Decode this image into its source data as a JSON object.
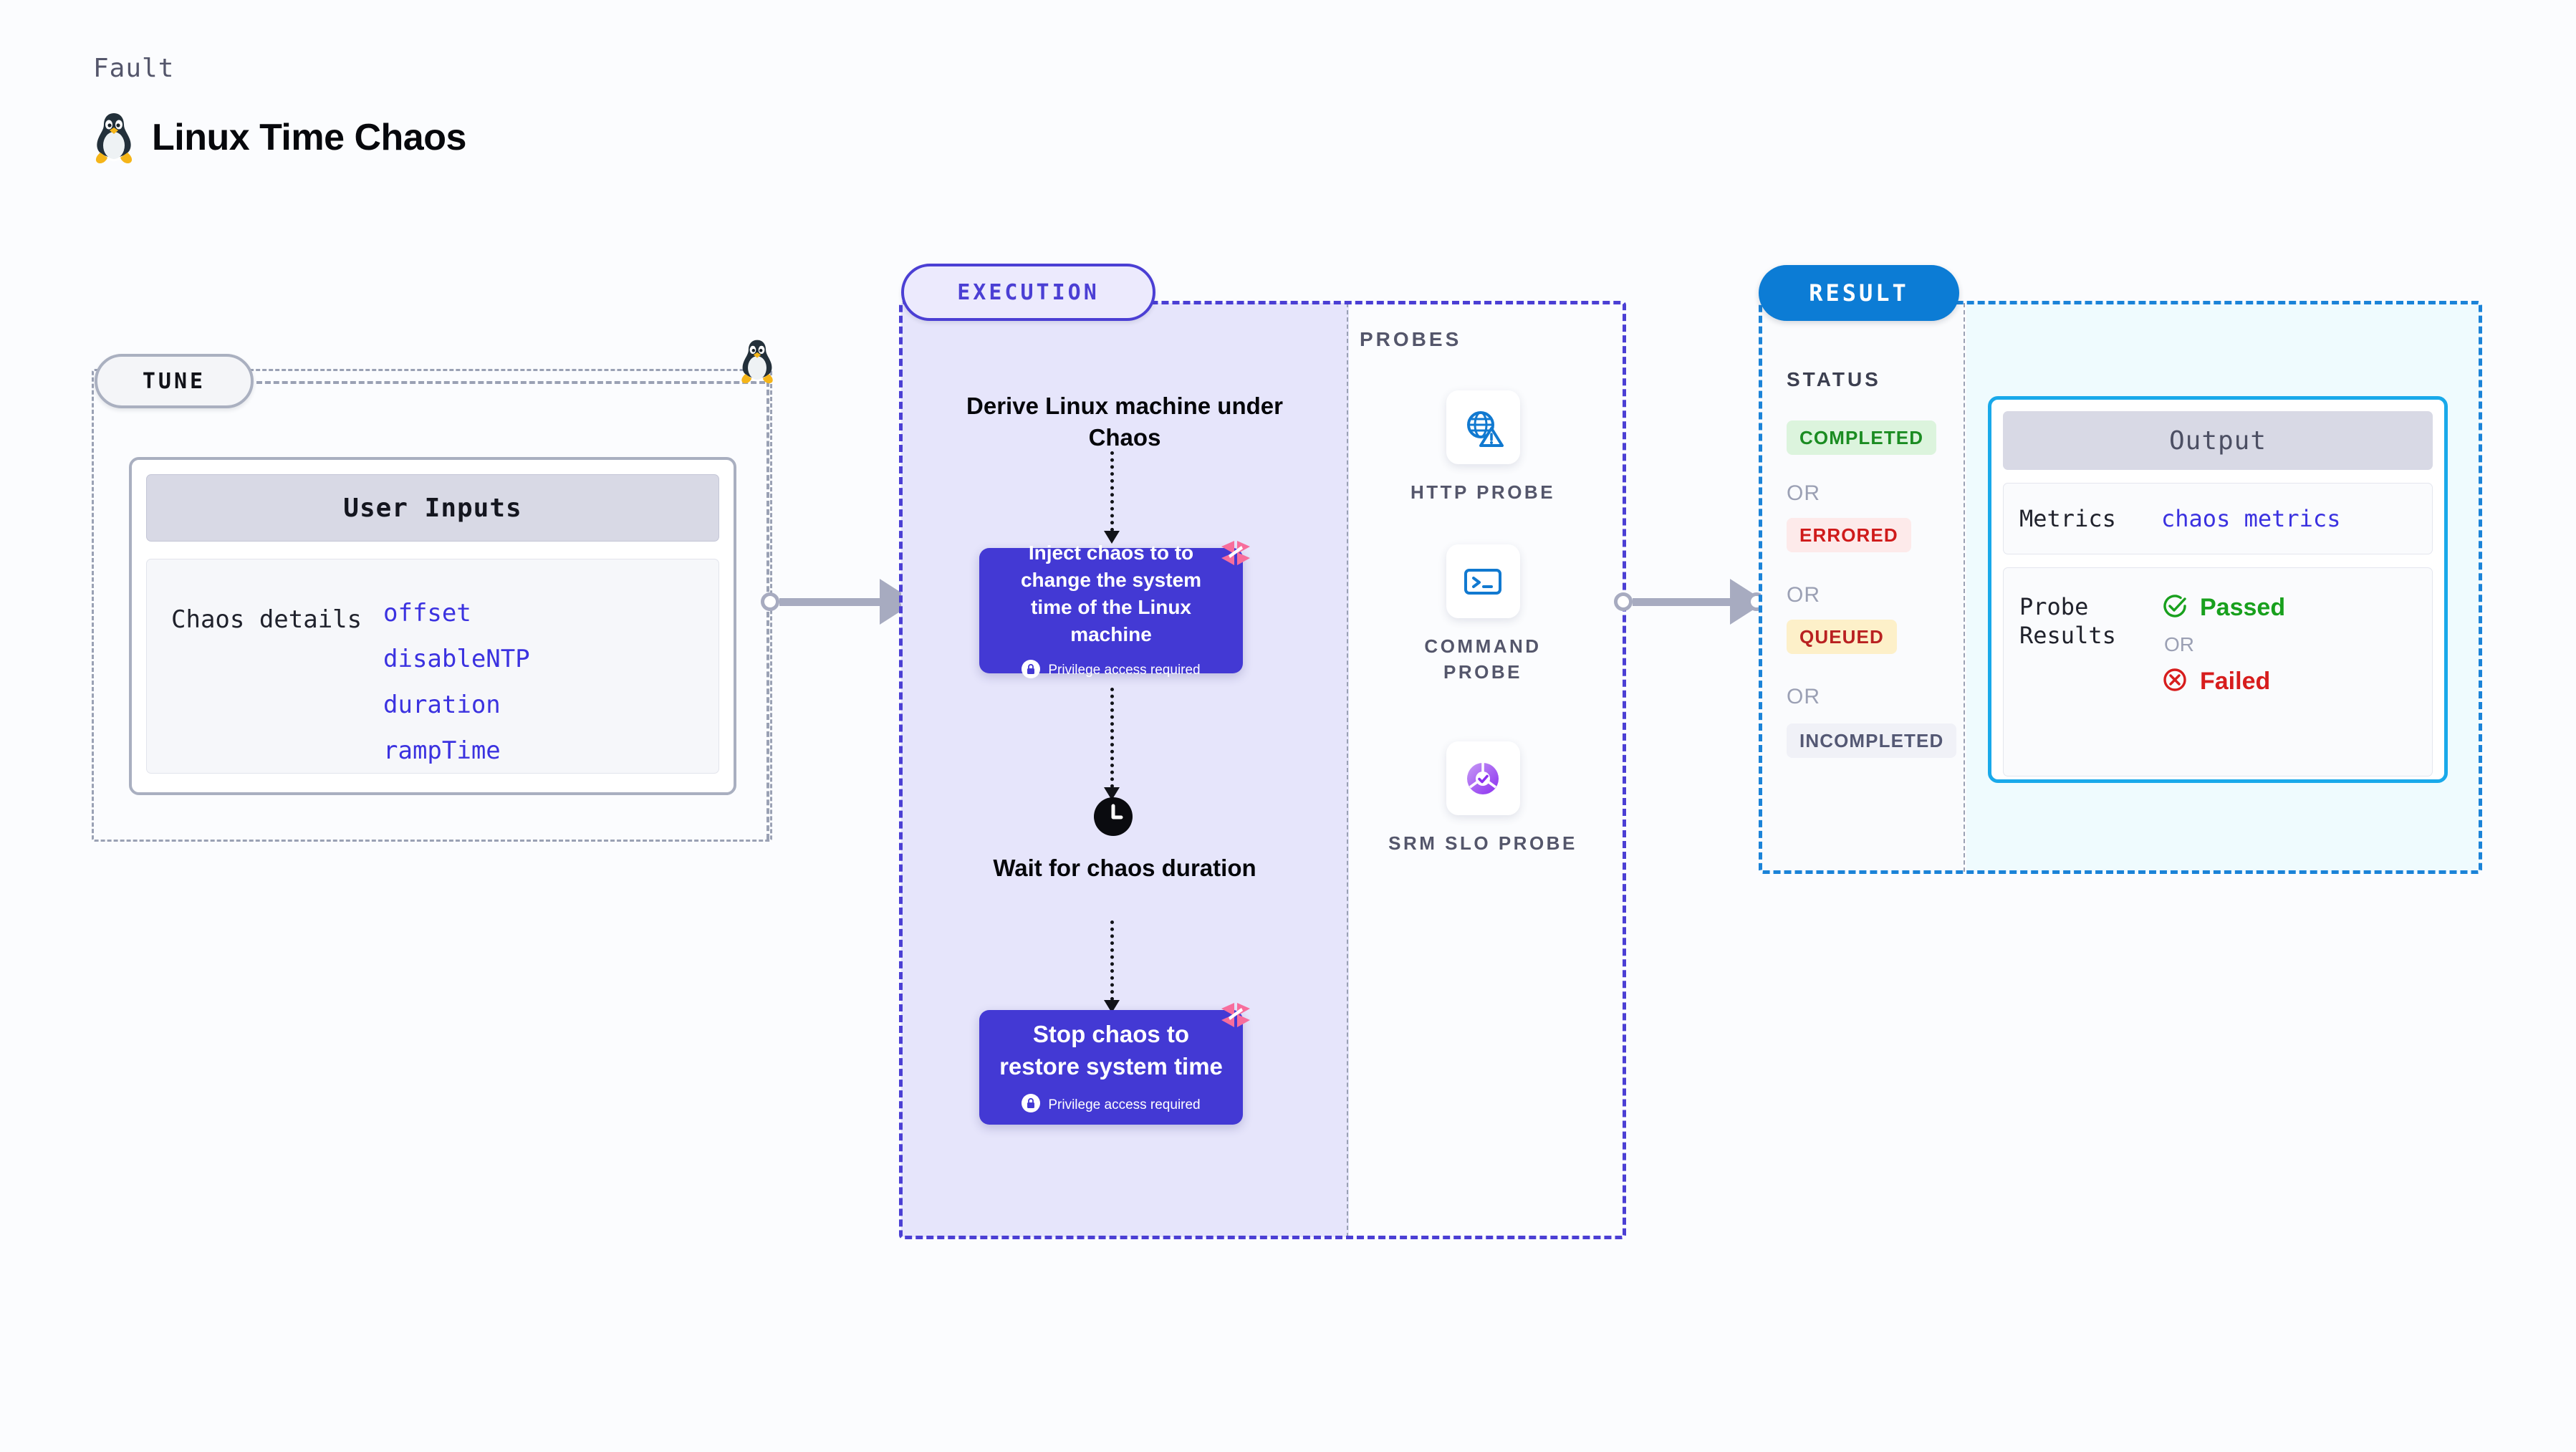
{
  "header": {
    "fault_label": "Fault",
    "title": "Linux Time Chaos",
    "icon": "linux-tux-icon"
  },
  "tune": {
    "badge": "TUNE",
    "connector_icon": "linux-tux-icon",
    "user_inputs": {
      "header": "User Inputs",
      "rows": [
        {
          "label": "Chaos details",
          "values": [
            "offset",
            "disableNTP",
            "duration",
            "rampTime"
          ]
        }
      ]
    }
  },
  "execution": {
    "badge": "EXECUTION",
    "steps": [
      {
        "type": "title",
        "text": "Derive Linux machine under Chaos"
      },
      {
        "type": "card",
        "text": "Inject chaos to to change the system time of the Linux machine",
        "privilege_note": "Privilege access required",
        "privilege_icon": "lock-icon",
        "brand_icon": "harness-icon"
      },
      {
        "type": "wait",
        "icon": "clock-icon",
        "text": "Wait for chaos duration"
      },
      {
        "type": "card",
        "text": "Stop chaos to restore system time",
        "privilege_note": "Privilege access required",
        "privilege_icon": "lock-icon",
        "brand_icon": "harness-icon"
      }
    ]
  },
  "probes": {
    "label": "PROBES",
    "items": [
      {
        "name": "HTTP  PROBE",
        "icon": "globe-warning-icon"
      },
      {
        "name": "COMMAND PROBE",
        "icon": "terminal-icon"
      },
      {
        "name": "SRM  SLO PROBE",
        "icon": "slo-gauge-icon"
      }
    ]
  },
  "result": {
    "badge": "RESULT",
    "status": {
      "label": "STATUS",
      "or_text": "OR",
      "chips": [
        {
          "text": "COMPLETED",
          "bg": "#dcf4dd",
          "fg": "#1b8c22"
        },
        {
          "text": "ERRORED",
          "bg": "#fdeaea",
          "fg": "#cf1a1a"
        },
        {
          "text": "QUEUED",
          "bg": "#fdf0c9",
          "fg": "#b92121"
        },
        {
          "text": "INCOMPLETED",
          "bg": "#f0f1f7",
          "fg": "#545874"
        }
      ]
    },
    "output": {
      "header": "Output",
      "metrics_label": "Metrics",
      "metrics_value": "chaos metrics",
      "probe_results_label": "Probe Results",
      "passed_text": "Passed",
      "passed_icon": "check-circle-icon",
      "or_text": "OR",
      "failed_text": "Failed",
      "failed_icon": "x-circle-icon"
    }
  },
  "colors": {
    "background": "#fbfcfe",
    "execution_accent": "#4b3fd4",
    "execution_fill": "#e6e5fb",
    "execution_card": "#4339d4",
    "result_accent": "#1b83d8",
    "result_fill": "#effbfe",
    "output_border": "#19a9ea",
    "tune_accent": "#aab0c0",
    "code_text": "#3b32e0",
    "arrow_gray": "#a7abc0",
    "harness_pink": "#f76d9c"
  }
}
